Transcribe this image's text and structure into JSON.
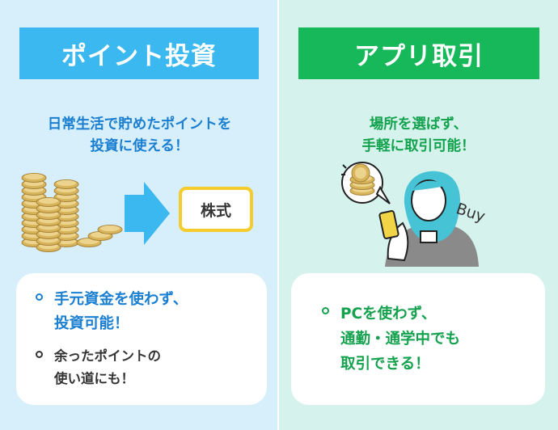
{
  "left": {
    "title": "ポイント投資",
    "subtitle": "日常生活で貯めたポイントを\n投資に使える！",
    "stock_label": "株式",
    "items": [
      {
        "text": "手元資金を使わず、\n投資可能！"
      },
      {
        "text": "余ったポイントの\n使い道にも！"
      }
    ]
  },
  "right": {
    "title": "アプリ取引",
    "subtitle": "場所を選ばず、\n手軽に取引可能！",
    "buy_label": "Buy",
    "items": [
      {
        "text": "PCを使わず、\n通勤・通学中でも\n取引できる！"
      }
    ]
  },
  "colors": {
    "left_bg": "#d7eefb",
    "right_bg": "#d5f3ec",
    "blue_accent": "#3bb8ef",
    "green_accent": "#16b85a",
    "coin_gold": "#d8b45a",
    "stock_border": "#f4cc2e"
  },
  "icons": [
    "coin-stack-icon",
    "arrow-right-icon",
    "speech-bubble-icon",
    "smartphone-icon"
  ]
}
